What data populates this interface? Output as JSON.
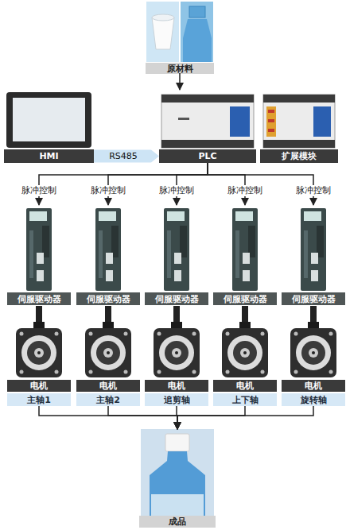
{
  "diagram": {
    "nodes": [
      {
        "text": [
          "原材料"
        ]
      },
      {
        "text": [
          "HMI"
        ]
      },
      {
        "text": [
          "PLC"
        ]
      },
      {
        "text": [
          "扩展模块"
        ]
      },
      {
        "text": [
          "伺服驱动器"
        ]
      },
      {
        "text": [
          "伺服驱动器"
        ]
      },
      {
        "text": [
          "伺服驱动器"
        ]
      },
      {
        "text": [
          "伺服驱动器"
        ]
      },
      {
        "text": [
          "伺服驱动器"
        ]
      },
      {
        "text": [
          "电机",
          "主轴1"
        ]
      },
      {
        "text": [
          "电机",
          "主轴2"
        ]
      },
      {
        "text": [
          "电机",
          "追剪轴"
        ]
      },
      {
        "text": [
          "电机",
          "上下轴"
        ]
      },
      {
        "text": [
          "电机",
          "旋转轴"
        ]
      },
      {
        "text": [
          "成品"
        ]
      }
    ],
    "edges": [
      {
        "from": 0,
        "to": 2,
        "arrow": "to"
      },
      {
        "from": 1,
        "to": 2,
        "label": "RS485",
        "arrow": "to"
      },
      {
        "from": 2,
        "to": 4,
        "label": "脉冲控制",
        "arrow": "to"
      },
      {
        "from": 2,
        "to": 5,
        "label": "脉冲控制",
        "arrow": "to"
      },
      {
        "from": 2,
        "to": 6,
        "label": "脉冲控制",
        "arrow": "to"
      },
      {
        "from": 2,
        "to": 7,
        "label": "脉冲控制",
        "arrow": "to"
      },
      {
        "from": 2,
        "to": 8,
        "label": "脉冲控制",
        "arrow": "to"
      },
      {
        "from": 4,
        "to": 9,
        "arrow": "none"
      },
      {
        "from": 5,
        "to": 10,
        "arrow": "none"
      },
      {
        "from": 6,
        "to": 11,
        "arrow": "none"
      },
      {
        "from": 7,
        "to": 12,
        "arrow": "none"
      },
      {
        "from": 8,
        "to": 13,
        "arrow": "none"
      },
      {
        "from": 9,
        "to": 14,
        "arrow": "to"
      },
      {
        "from": 10,
        "to": 14,
        "arrow": "to"
      },
      {
        "from": 11,
        "to": 14,
        "arrow": "to"
      },
      {
        "from": 12,
        "to": 14,
        "arrow": "to"
      },
      {
        "from": 13,
        "to": 14,
        "arrow": "to"
      }
    ]
  }
}
